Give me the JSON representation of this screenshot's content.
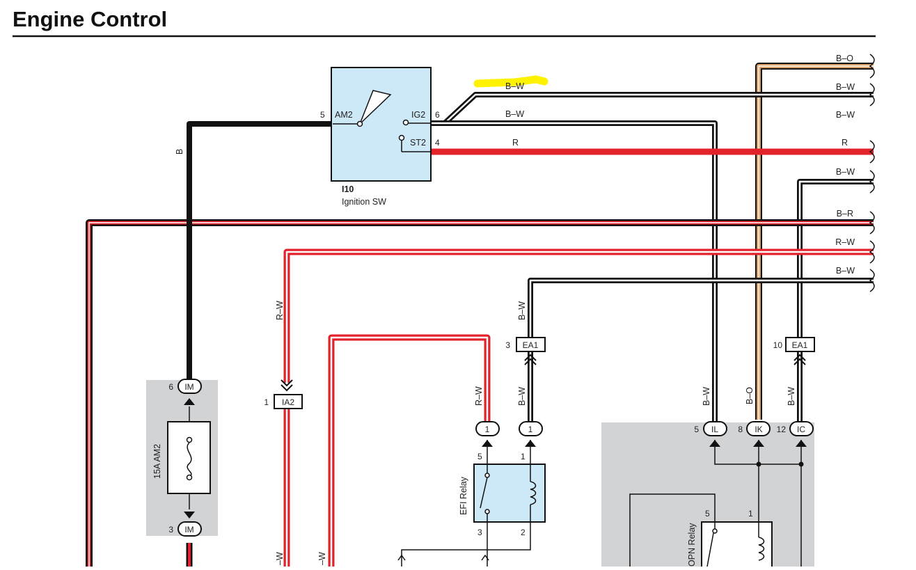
{
  "title": "Engine Control",
  "ignition_switch": {
    "id": "I10",
    "name": "Ignition SW",
    "terminals": {
      "am2": "AM2",
      "ig2": "IG2",
      "st2": "ST2"
    },
    "pins": {
      "am2": "5",
      "ig2": "6",
      "st2": "4"
    }
  },
  "wires": {
    "b": "B",
    "bw_top": "B–W",
    "bw_ig2": "B–W",
    "r_st2": "R",
    "rw_left": "R–W",
    "bw_ea1": "B–W",
    "rw_relay": "R–W",
    "bw_relay": "B–W",
    "bw_il": "B–W",
    "bo_ik": "B–O",
    "bw_ic": "B–W",
    "bottom_a": "–W",
    "bottom_b": "–W"
  },
  "right_labels": [
    "B–O",
    "B–W",
    "B–W",
    "R",
    "B–W",
    "B–R",
    "R–W",
    "B–W"
  ],
  "connectors": {
    "im_top": {
      "label": "IM",
      "pin": "6"
    },
    "im_bottom": {
      "label": "IM",
      "pin": "3"
    },
    "ia2": {
      "label": "IA2",
      "pin": "1"
    },
    "ea1_left": {
      "label": "EA1",
      "pin": "3"
    },
    "ea1_right": {
      "label": "EA1",
      "pin": "10"
    },
    "j1a": {
      "label": "1"
    },
    "j1b": {
      "label": "1"
    },
    "il": {
      "label": "IL",
      "pin": "5"
    },
    "ik": {
      "label": "IK",
      "pin": "8"
    },
    "ic": {
      "label": "IC",
      "pin": "12"
    }
  },
  "fuse": {
    "label": "15A AM2"
  },
  "efi_relay": {
    "name": "EFI Relay",
    "pins": {
      "p5": "5",
      "p1": "1",
      "p3": "3",
      "p2": "2"
    }
  },
  "opn_relay": {
    "name": "OPN Relay",
    "pins": {
      "p5": "5",
      "p1": "1"
    }
  },
  "colors": {
    "black": "#111111",
    "red": "#e3232b",
    "orange": "#d9a066",
    "switch_fill": "#cde8f7",
    "shade": "#d2d3d5",
    "highlight": "#fff200"
  }
}
